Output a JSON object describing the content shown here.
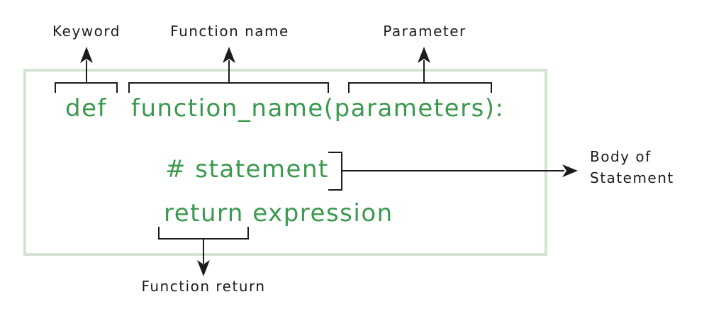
{
  "colors": {
    "code_green": "#3a9a4f",
    "box_border_green": "#d4e3d2",
    "line_black": "#1c1c1c",
    "background": "#ffffff"
  },
  "code_box": {
    "keyword": "def",
    "signature": "function_name(parameters):",
    "statement": "# statement",
    "return_statement": "return expression"
  },
  "labels": {
    "keyword": "Keyword",
    "function_name": "Function name",
    "parameter": "Parameter",
    "body_line1": "Body of",
    "body_line2": "Statement",
    "function_return": "Function return"
  }
}
